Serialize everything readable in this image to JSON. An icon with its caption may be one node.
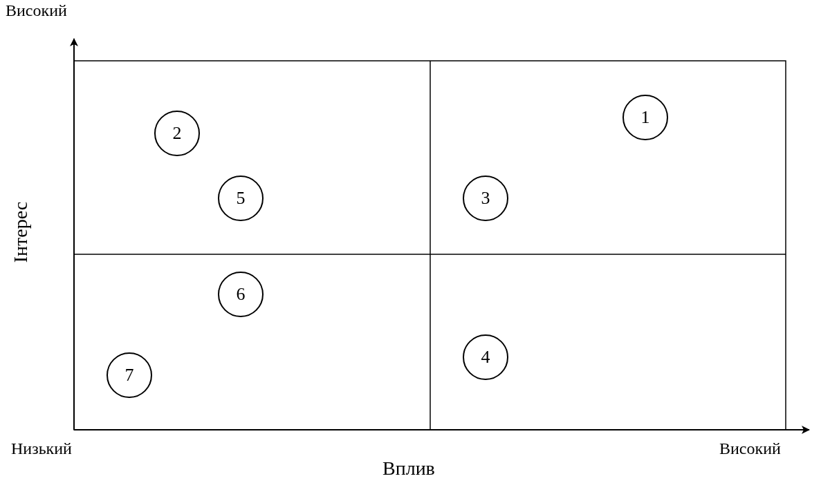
{
  "diagram": {
    "nodes": [
      {
        "text": [
          "1"
        ]
      },
      {
        "text": [
          "2"
        ]
      },
      {
        "text": [
          "5"
        ]
      },
      {
        "text": [
          "3"
        ]
      },
      {
        "text": [
          "6"
        ]
      },
      {
        "text": [
          "4"
        ]
      },
      {
        "text": [
          "7"
        ]
      }
    ],
    "labels": [
      "Високий",
      "Інтерес",
      "Низький",
      "Високий",
      "Вплив"
    ]
  }
}
